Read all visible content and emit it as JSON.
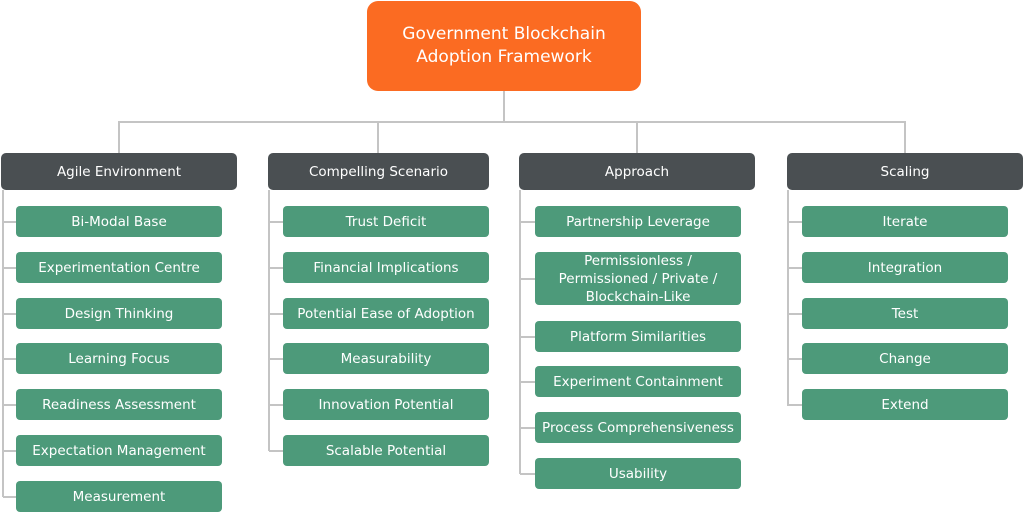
{
  "root": {
    "title_line1": "Government Blockchain",
    "title_line2": "Adoption Framework"
  },
  "columns": [
    {
      "header": "Agile Environment",
      "items": [
        "Bi-Modal Base",
        "Experimentation Centre",
        "Design Thinking",
        "Learning Focus",
        "Readiness Assessment",
        "Expectation Management",
        "Measurement"
      ]
    },
    {
      "header": "Compelling Scenario",
      "items": [
        "Trust Deficit",
        "Financial Implications",
        "Potential Ease of Adoption",
        "Measurability",
        "Innovation Potential",
        "Scalable Potential"
      ]
    },
    {
      "header": "Approach",
      "items": [
        "Partnership Leverage",
        "Permissionless / Permissioned / Private / Blockchain-Like",
        "Platform Similarities",
        "Experiment Containment",
        "Process Comprehensiveness",
        "Usability"
      ]
    },
    {
      "header": "Scaling",
      "items": [
        "Iterate",
        "Integration",
        "Test",
        "Change",
        "Extend"
      ]
    }
  ],
  "colors": {
    "root": "#fb6b22",
    "header": "#4a4f52",
    "item": "#4d9a7a",
    "connector": "#c4c4c4"
  }
}
